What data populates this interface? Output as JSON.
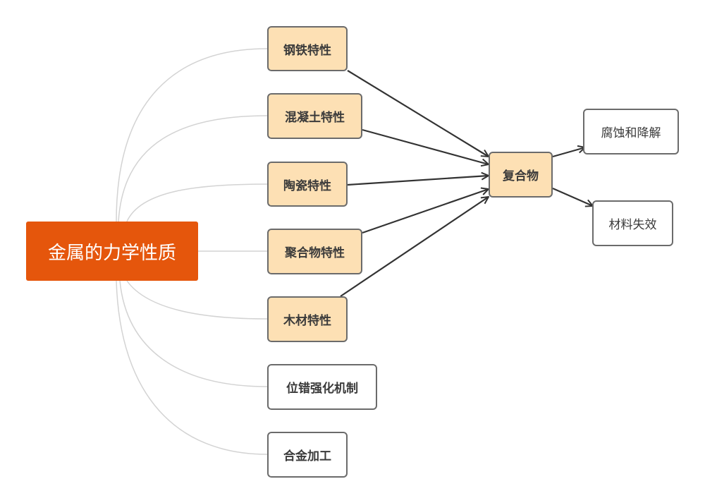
{
  "root": {
    "label": "金属的力学性质",
    "color": "#e5560c"
  },
  "branches": [
    {
      "label": "钢铁特性",
      "highlighted": true
    },
    {
      "label": "混凝土特性",
      "highlighted": true
    },
    {
      "label": "陶瓷特性",
      "highlighted": true
    },
    {
      "label": "聚合物特性",
      "highlighted": true
    },
    {
      "label": "木材特性",
      "highlighted": true
    },
    {
      "label": "位错强化机制",
      "highlighted": false
    },
    {
      "label": "合金加工",
      "highlighted": false
    }
  ],
  "hub": {
    "label": "复合物"
  },
  "outcomes": [
    {
      "label": "腐蚀和降解"
    },
    {
      "label": "材料失效"
    }
  ],
  "colors": {
    "highlight_fill": "#fde0b4",
    "border": "#6b6b6b",
    "connector": "#d0d0d0",
    "arrow": "#333333"
  }
}
